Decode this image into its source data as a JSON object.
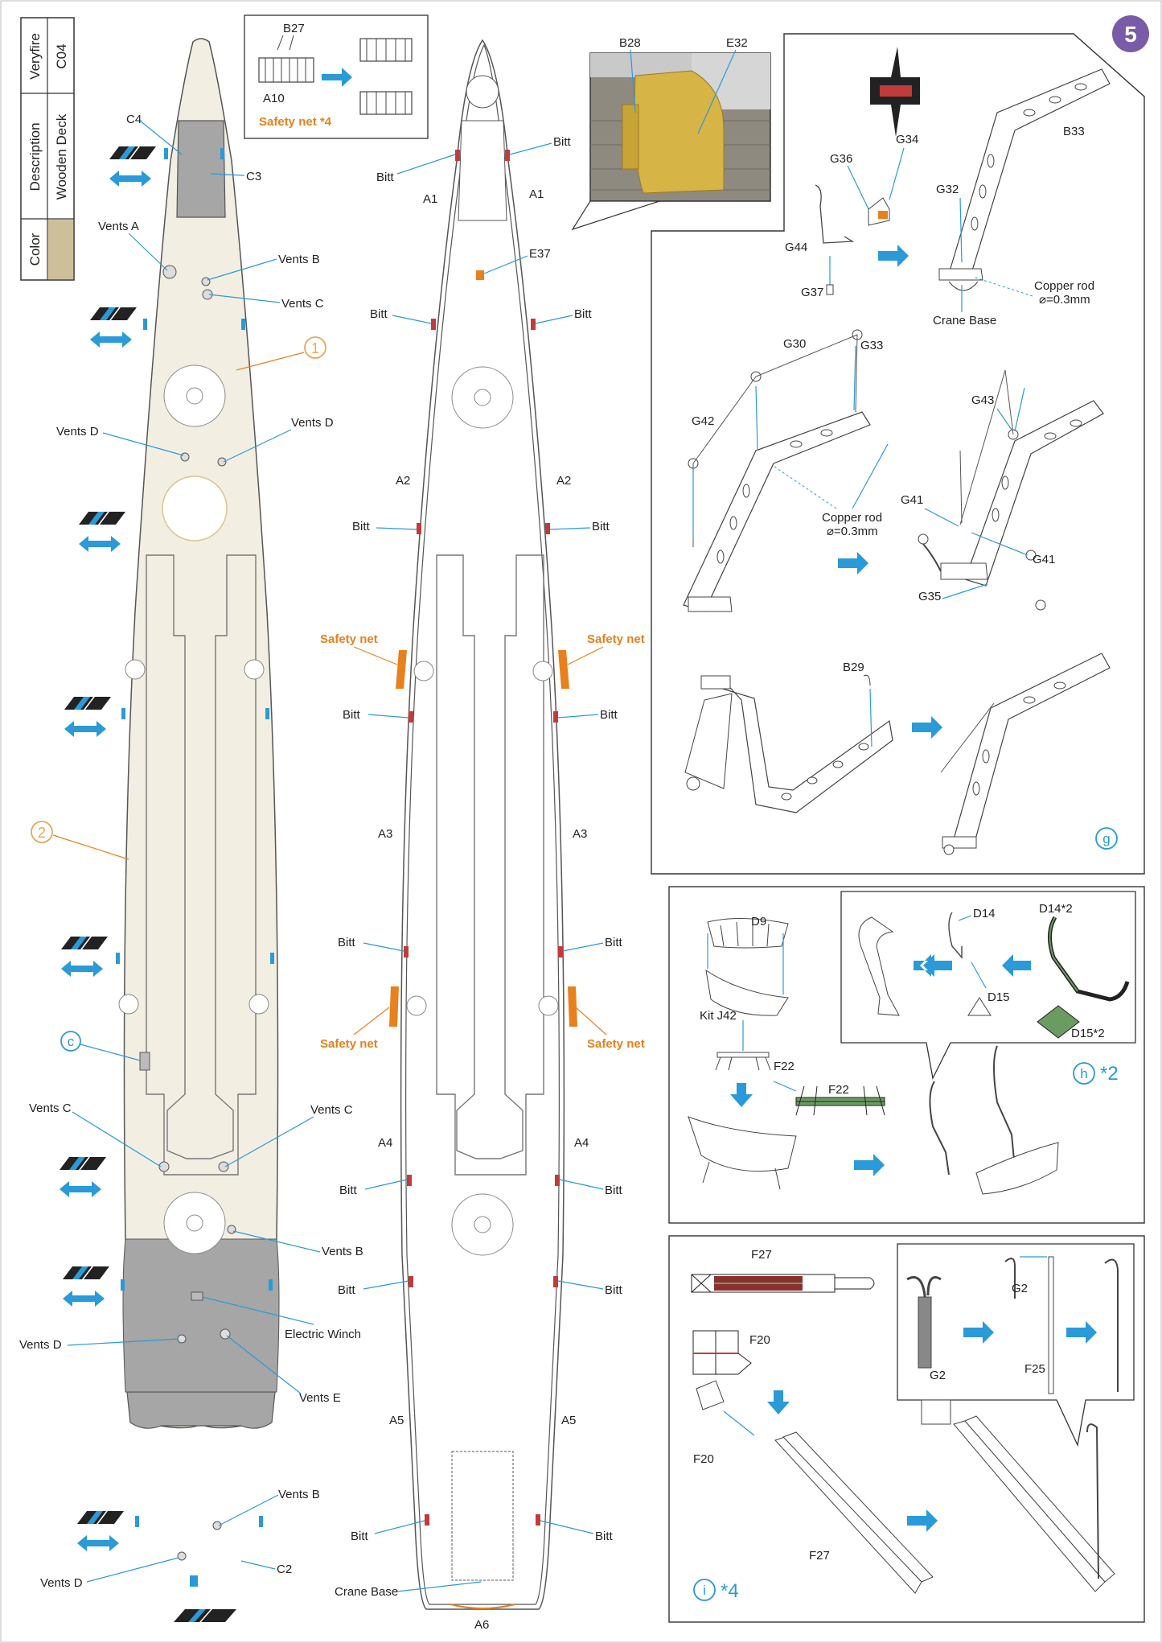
{
  "step_number": "5",
  "table": {
    "brand": "Veryfire",
    "code": "C04",
    "description_label": "Description",
    "description_value": "Wooden Deck",
    "color_label": "Color",
    "color_swatch": "#cdbf9a"
  },
  "top_box": {
    "part_b27": "B27",
    "part_a10": "A10",
    "caption": "Safety net *4"
  },
  "photo": {
    "label_b28": "B28",
    "label_e32": "E32"
  },
  "left_deck": {
    "callouts": {
      "c4": "C4",
      "c3": "C3",
      "vents_a": "Vents A",
      "vents_b_top": "Vents B",
      "vents_c_top": "Vents C",
      "vents_d_left": "Vents D",
      "vents_d_right": "Vents D",
      "vents_c_left": "Vents C",
      "vents_c_right": "Vents C",
      "vents_b_mid": "Vents B",
      "electric_winch": "Electric Winch",
      "vents_d_lower": "Vents D",
      "vents_e": "Vents E",
      "vents_b_bottom": "Vents B",
      "vents_d_bottom": "Vents D",
      "c2": "C2"
    },
    "markers": {
      "one": "1",
      "two": "2",
      "c": "c"
    }
  },
  "right_deck": {
    "bitt": "Bitt",
    "a1": "A1",
    "a2": "A2",
    "a3": "A3",
    "a4": "A4",
    "a5": "A5",
    "a6": "A6",
    "e37": "E37",
    "safety_net": "Safety net",
    "crane_base": "Crane Base"
  },
  "panel_g": {
    "marker": "g",
    "parts": {
      "b33": "B33",
      "g34": "G34",
      "g36": "G36",
      "g32": "G32",
      "g44": "G44",
      "g37": "G37",
      "copper_rod": "Copper rod",
      "rod_size": "⌀=0.3mm",
      "crane_base": "Crane Base",
      "g30": "G30",
      "g33": "G33",
      "g42": "G42",
      "g43": "G43",
      "g41": "G41",
      "g35": "G35",
      "b29": "B29"
    }
  },
  "panel_h": {
    "marker": "h",
    "multiplier": "*2",
    "parts": {
      "d9": "D9",
      "kit_j42": "Kit J42",
      "f22": "F22",
      "d14": "D14",
      "d14x2": "D14*2",
      "d15": "D15",
      "d15x2": "D15*2"
    }
  },
  "panel_i": {
    "marker": "i",
    "multiplier": "*4",
    "parts": {
      "f27": "F27",
      "f20": "F20",
      "g2": "G2",
      "f25": "F25"
    }
  },
  "colors": {
    "accent_blue": "#2a9ad8",
    "accent_orange": "#e8801c",
    "step_purple": "#7a5ba8",
    "deck_tan": "#f2efe2"
  }
}
